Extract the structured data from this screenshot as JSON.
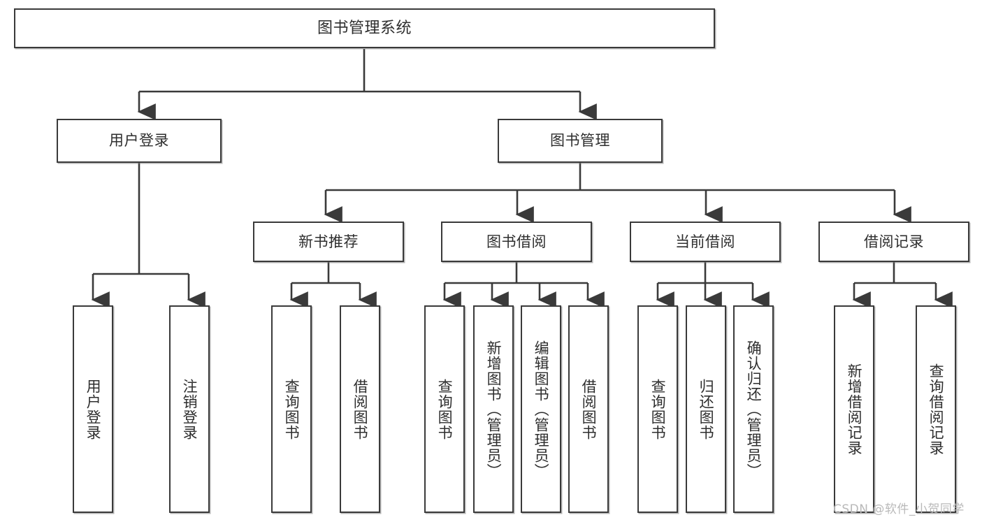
{
  "diagram": {
    "title": "图书管理系统",
    "type": "tree",
    "line_color": "#3a3a3a",
    "box_fill": "#ffffff",
    "text_color": "#2e2e2e",
    "watermark": "CSDN @软件_小贺同学",
    "levels": {
      "level1": "图书管理系统",
      "level2": [
        "用户登录",
        "图书管理"
      ],
      "level3": [
        "新书推荐",
        "图书借阅",
        "当前借阅",
        "借阅记录"
      ]
    },
    "nodes": {
      "root": {
        "label": "图书管理系统"
      },
      "user_login": {
        "label": "用户登录"
      },
      "book_manage": {
        "label": "图书管理"
      },
      "new_book_rec": {
        "label": "新书推荐"
      },
      "book_borrow": {
        "label": "图书借阅"
      },
      "current_borrow": {
        "label": "当前借阅"
      },
      "borrow_record": {
        "label": "借阅记录"
      }
    },
    "leaves": {
      "user_login": [
        {
          "label": "用户登录"
        },
        {
          "label": "注销登录"
        }
      ],
      "new_book_rec": [
        {
          "label": "查询图书"
        },
        {
          "label": "借阅图书"
        }
      ],
      "book_borrow": [
        {
          "label": "查询图书"
        },
        {
          "label": "新增图书（管理员）"
        },
        {
          "label": "编辑图书（管理员）"
        },
        {
          "label": "借阅图书"
        }
      ],
      "current_borrow": [
        {
          "label": "查询图书"
        },
        {
          "label": "归还图书"
        },
        {
          "label": "确认归还（管理员）"
        }
      ],
      "borrow_record": [
        {
          "label": "新增借阅记录"
        },
        {
          "label": "查询借阅记录"
        }
      ]
    }
  }
}
